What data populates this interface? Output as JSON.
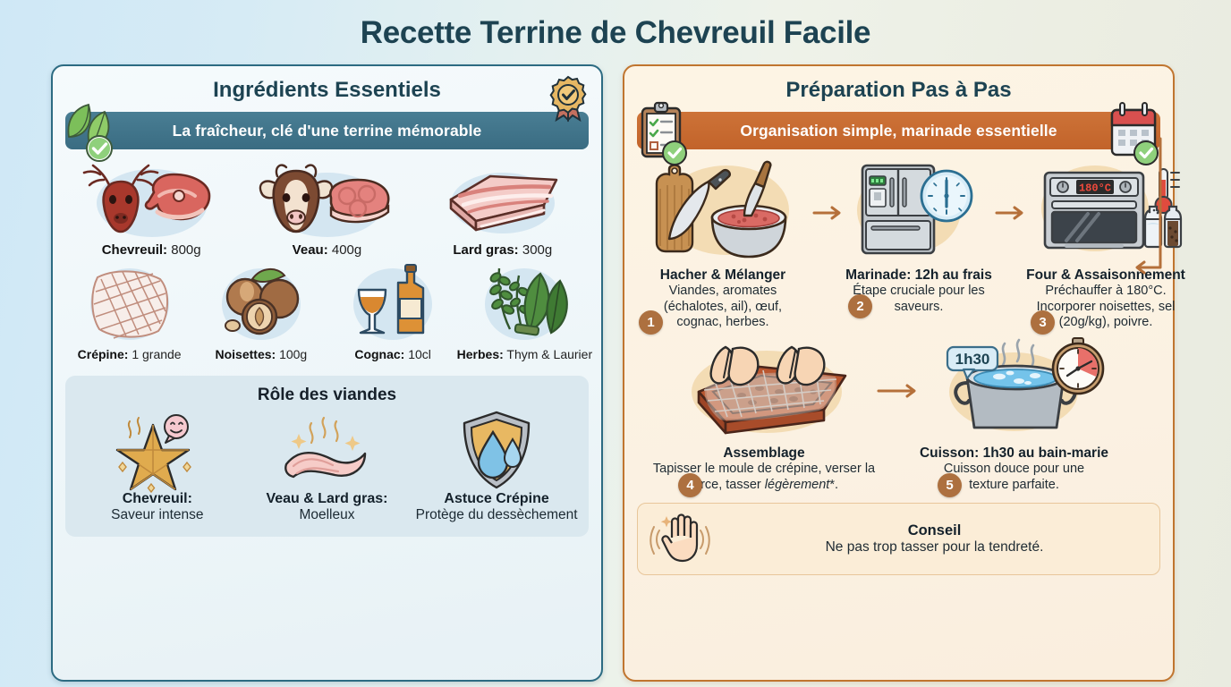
{
  "title": "Recette Terrine de Chevreuil Facile",
  "colors": {
    "title": "#1d4352",
    "left_border": "#2c6b82",
    "right_border": "#c0752f",
    "teal_banner": "#3d7186",
    "orange_banner": "#c9692e",
    "step_number": "#ad703f",
    "arrow": "#b5703a",
    "bg_left": "#cfe8f6",
    "bg_right": "#e9ebe0"
  },
  "left_panel": {
    "heading": "Ingrédients Essentiels",
    "badge_icon": "award-medal-check-icon",
    "banner": {
      "text": "La fraîcheur, clé d'une terrine mémorable",
      "left_icon": "leaves-check-icon"
    },
    "ingredients_row1": [
      {
        "icon": "deer-head-steak-icon",
        "name": "Chevreuil:",
        "value": "800g"
      },
      {
        "icon": "cow-head-veal-steak-icon",
        "name": "Veau:",
        "value": "400g"
      },
      {
        "icon": "pork-fat-slab-icon",
        "name": "Lard gras:",
        "value": "300g"
      }
    ],
    "ingredients_row2": [
      {
        "icon": "caul-fat-net-icon",
        "name": "Crépine:",
        "value": "1 grande"
      },
      {
        "icon": "hazelnuts-icon",
        "name": "Noisettes:",
        "value": "100g"
      },
      {
        "icon": "cognac-bottle-glass-icon",
        "name": "Cognac:",
        "value": "10cl"
      },
      {
        "icon": "herbs-thyme-bay-icon",
        "name": "Herbes:",
        "value": "Thym & Laurier"
      }
    ],
    "role_card": {
      "title": "Rôle des viandes",
      "items": [
        {
          "icon": "gold-star-smile-icon",
          "head": "Chevreuil:",
          "sub": "Saveur intense"
        },
        {
          "icon": "fat-ribbon-sparkle-icon",
          "head": "Veau & Lard gras:",
          "sub": "Moelleux"
        },
        {
          "icon": "shield-water-drop-icon",
          "head": "Astuce Crépine",
          "sub": "Protège du dessèchement"
        }
      ]
    }
  },
  "right_panel": {
    "heading": "Préparation Pas à Pas",
    "banner": {
      "text": "Organisation simple, marinade essentielle",
      "left_icon": "clipboard-checklist-check-icon",
      "right_icon": "calendar-check-icon"
    },
    "steps_row1": [
      {
        "number": "1",
        "icon": "cutting-board-knife-bowl-icon",
        "title": "Hacher & Mélanger",
        "desc": "Viandes, aromates (échalotes, ail), œuf, cognac, herbes."
      },
      {
        "number": "2",
        "icon": "refrigerator-clock-icon",
        "title": "Marinade: 12h au frais",
        "desc": "Étape cruciale pour les saveurs."
      },
      {
        "number": "3",
        "icon": "oven-thermometer-salt-pepper-icon",
        "oven_display": "180°C",
        "title": "Four & Assaisonnement",
        "desc": "Préchauffer à 180°C. Incorporer noisettes, sel (20g/kg), poivre."
      }
    ],
    "steps_row2": [
      {
        "number": "4",
        "icon": "hands-terrine-mold-caul-icon",
        "title": "Assemblage",
        "desc_before": "Tapisser le moule de crépine, verser la farce, tasser ",
        "desc_italic": "légèrement",
        "desc_after": "*."
      },
      {
        "number": "5",
        "icon": "pot-bain-marie-stopwatch-icon",
        "badge": "1h30",
        "title": "Cuisson: 1h30 au bain-marie",
        "desc": "Cuisson douce pour une texture parfaite."
      }
    ],
    "conseil": {
      "icon": "hand-gentle-press-icon",
      "title": "Conseil",
      "text": "Ne pas trop tasser pour la tendreté."
    }
  }
}
